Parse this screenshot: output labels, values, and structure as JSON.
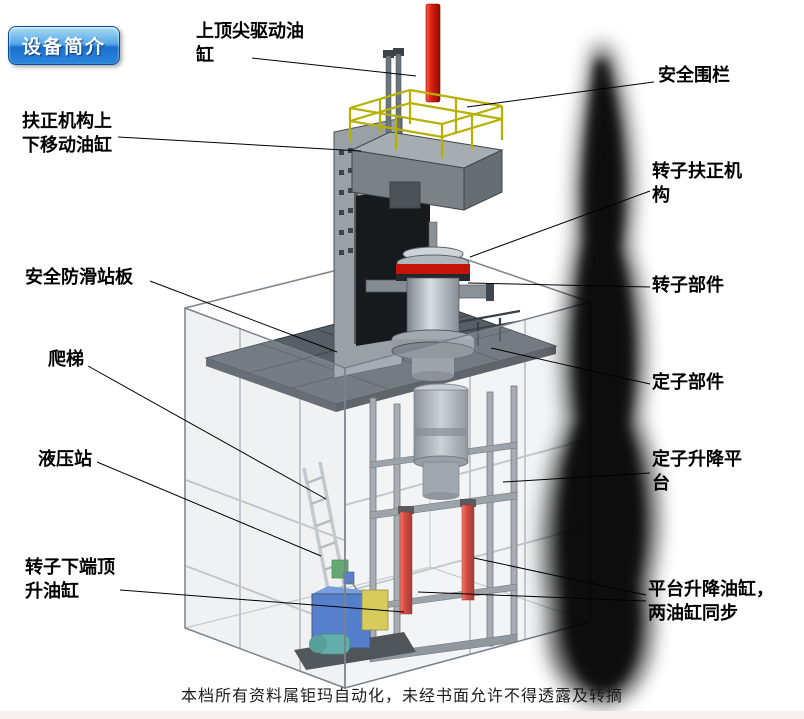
{
  "badge": {
    "label": "设备简介"
  },
  "labels": {
    "top_cylinder": "上顶尖驱动油缸",
    "safety_fence": "安全围栏",
    "centering_cylinder": "扶正机构上下移动油缸",
    "rotor_centering": "转子扶正机构",
    "antislip_platform": "安全防滑站板",
    "rotor_part": "转子部件",
    "ladder": "爬梯",
    "stator_part": "定子部件",
    "hydraulic_station": "液压站",
    "stator_lift_platform": "定子升降平台",
    "rotor_bottom_cylinder": "转子下端顶升油缸",
    "platform_lift_cylinder": "平台升降油缸，两油缸同步"
  },
  "footer": {
    "text": "本档所有资料属钜玛自动化，未经书面允许不得透露及转摘"
  },
  "colors": {
    "badge_blue": "#2c86dc",
    "cylinder_red": "#c41309",
    "fence_yellow": "#b7b000",
    "hydraulic_blue": "#2a63c8",
    "floor_grey": "#565e66"
  }
}
